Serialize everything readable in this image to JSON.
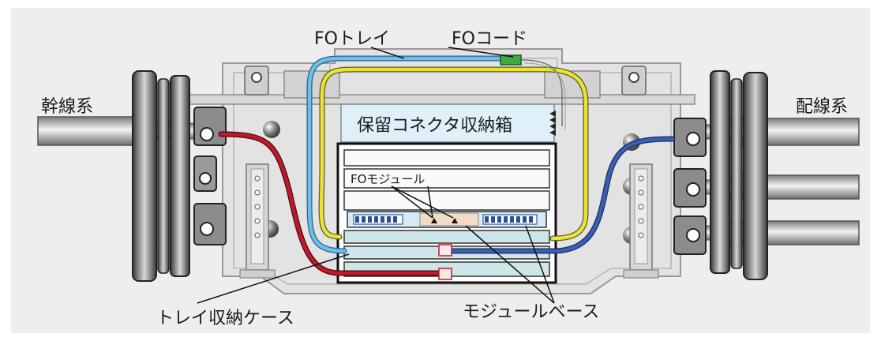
{
  "labels": {
    "fo_tray": "FOトレイ",
    "fo_cord": "FOコード",
    "trunk": "幹線系",
    "distribution": "配線系",
    "reserved_connector": "保留コネクタ収納箱",
    "fo_module": "FOモジュール",
    "tray_case": "トレイ収納ケース",
    "module_base": "モジュールベース"
  },
  "colors": {
    "background": "#eeeeee",
    "cable_red": "#c0182c",
    "cable_blue": "#3a5fb0",
    "fiber_yellow": "#e8e23a",
    "fiber_cyan": "#6cc0e8",
    "connector_green": "#3caa3c",
    "box_blue": "#dff0f8"
  }
}
